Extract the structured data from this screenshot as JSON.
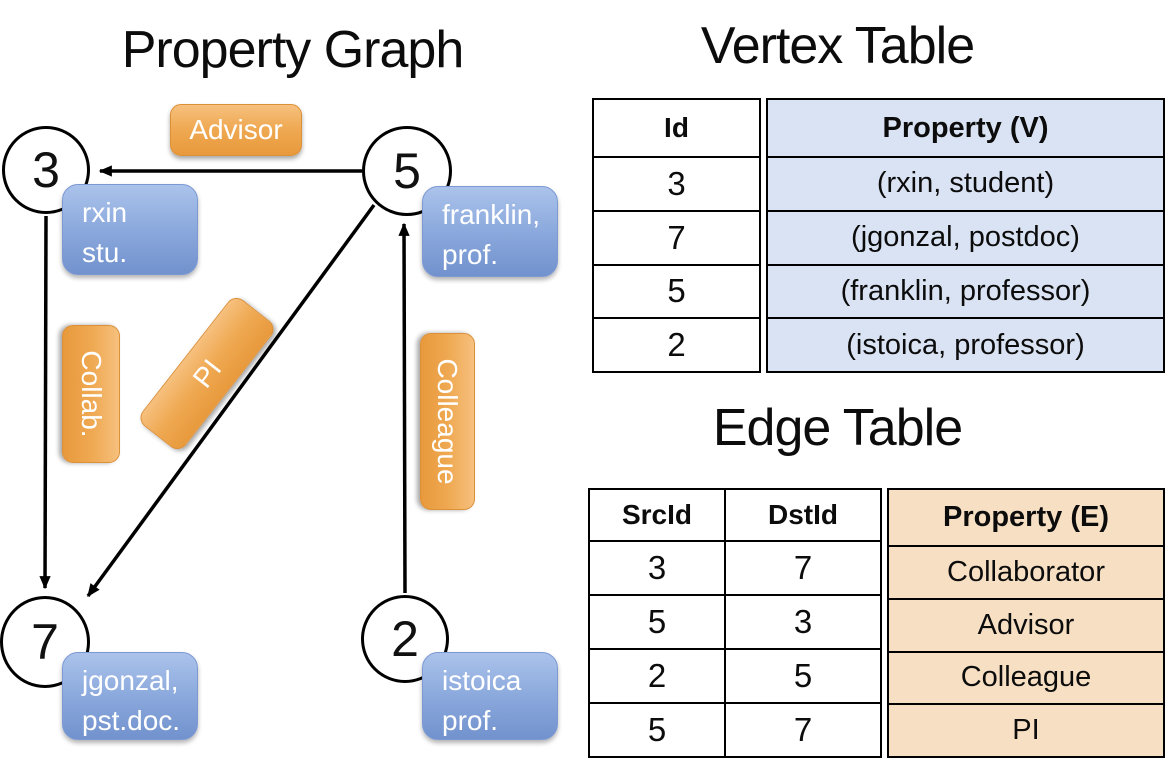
{
  "graph": {
    "title": "Property Graph",
    "nodes": {
      "n3": {
        "id": "3",
        "prop_line1": "rxin",
        "prop_line2": "stu."
      },
      "n5": {
        "id": "5",
        "prop_line1": "franklin,",
        "prop_line2": "prof."
      },
      "n7": {
        "id": "7",
        "prop_line1": "jgonzal,",
        "prop_line2": "pst.doc."
      },
      "n2": {
        "id": "2",
        "prop_line1": "istoica",
        "prop_line2": "prof."
      }
    },
    "edge_labels": {
      "advisor": "Advisor",
      "collab": "Collab.",
      "pi": "PI",
      "colleague": "Colleague"
    }
  },
  "vertex_table": {
    "title": "Vertex Table",
    "headers": [
      "Id",
      "Property (V)"
    ],
    "rows": [
      [
        "3",
        "(rxin, student)"
      ],
      [
        "7",
        "(jgonzal, postdoc)"
      ],
      [
        "5",
        "(franklin, professor)"
      ],
      [
        "2",
        "(istoica, professor)"
      ]
    ]
  },
  "edge_table": {
    "title": "Edge Table",
    "headers": [
      "SrcId",
      "DstId",
      "Property (E)"
    ],
    "rows": [
      [
        "3",
        "7",
        "Collaborator"
      ],
      [
        "5",
        "3",
        "Advisor"
      ],
      [
        "2",
        "5",
        "Colleague"
      ],
      [
        "5",
        "7",
        "PI"
      ]
    ]
  },
  "colors": {
    "edge_label_orange_top": "#F6C07E",
    "edge_label_orange_bottom": "#E8993C",
    "vertex_box_blue_top": "#ABC3EB",
    "vertex_box_blue_bottom": "#7292CE",
    "vertex_table_fill": "#DAE3F3",
    "edge_table_fill": "#F6DFC3",
    "line_color": "#000000"
  }
}
